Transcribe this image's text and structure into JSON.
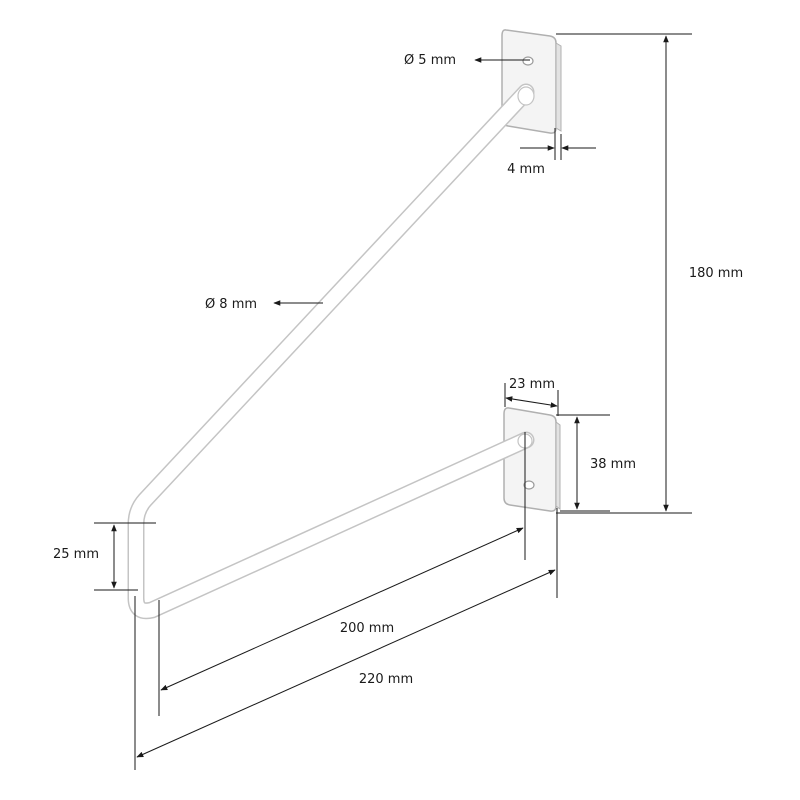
{
  "colors": {
    "background": "#ffffff",
    "dimension": "#1a1a1a",
    "rod_fill": "#ffffff",
    "rod_outline": "#c8c8c8",
    "plate_fill": "#ffffff",
    "plate_outline": "#b0b0b0"
  },
  "dimensions": {
    "hole_diameter": "Ø 5 mm",
    "plate_thickness": "4 mm",
    "rod_diameter": "Ø 8 mm",
    "total_height": "180 mm",
    "plate_width": "23 mm",
    "plate_height": "38 mm",
    "bend_height": "25 mm",
    "inner_length": "200 mm",
    "outer_length": "220 mm"
  }
}
